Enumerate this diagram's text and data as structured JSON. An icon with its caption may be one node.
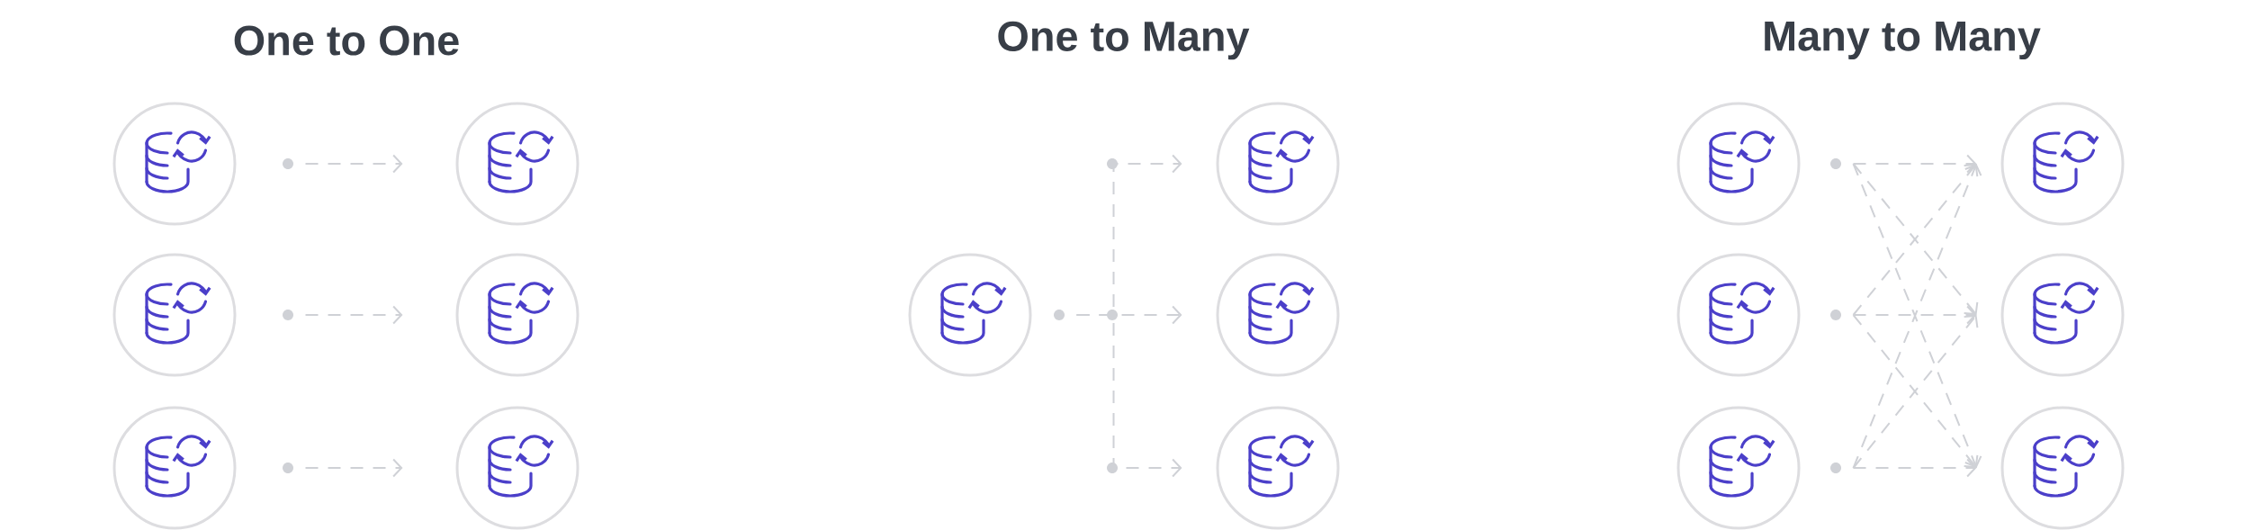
{
  "diagram": {
    "nodes": [
      {
        "text": [],
        "shape": "circle"
      },
      {
        "text": [],
        "shape": "circle"
      },
      {
        "text": [],
        "shape": "circle"
      },
      {
        "text": [],
        "shape": "circle"
      },
      {
        "text": [],
        "shape": "circle"
      },
      {
        "text": [],
        "shape": "circle"
      },
      {
        "text": [],
        "shape": "circle"
      },
      {
        "text": [],
        "shape": "circle"
      },
      {
        "text": [],
        "shape": "circle"
      },
      {
        "text": [],
        "shape": "circle"
      },
      {
        "text": [],
        "shape": "circle"
      },
      {
        "text": [],
        "shape": "circle"
      },
      {
        "text": [],
        "shape": "circle"
      },
      {
        "text": [],
        "shape": "circle"
      },
      {
        "text": [],
        "shape": "circle"
      },
      {
        "text": [],
        "shape": "circle"
      }
    ],
    "edges": [
      {
        "from": 0,
        "to": 3,
        "arrow": "to",
        "style": "dashed"
      },
      {
        "from": 1,
        "to": 4,
        "arrow": "to",
        "style": "dashed"
      },
      {
        "from": 2,
        "to": 5,
        "arrow": "to",
        "style": "dashed"
      },
      {
        "from": 6,
        "to": 7,
        "arrow": "to",
        "style": "dashed"
      },
      {
        "from": 6,
        "to": 8,
        "arrow": "to",
        "style": "dashed"
      },
      {
        "from": 6,
        "to": 9,
        "arrow": "to",
        "style": "dashed"
      },
      {
        "from": 10,
        "to": 13,
        "arrow": "to",
        "style": "dashed"
      },
      {
        "from": 10,
        "to": 14,
        "arrow": "to",
        "style": "dashed"
      },
      {
        "from": 10,
        "to": 15,
        "arrow": "to",
        "style": "dashed"
      },
      {
        "from": 11,
        "to": 13,
        "arrow": "to",
        "style": "dashed"
      },
      {
        "from": 11,
        "to": 14,
        "arrow": "to",
        "style": "dashed"
      },
      {
        "from": 11,
        "to": 15,
        "arrow": "to",
        "style": "dashed"
      },
      {
        "from": 12,
        "to": 13,
        "arrow": "to",
        "style": "dashed"
      },
      {
        "from": 12,
        "to": 14,
        "arrow": "to",
        "style": "dashed"
      },
      {
        "from": 12,
        "to": 15,
        "arrow": "to",
        "style": "dashed"
      }
    ],
    "labels": [
      "One to One",
      "One to Many",
      "Many to Many"
    ]
  }
}
